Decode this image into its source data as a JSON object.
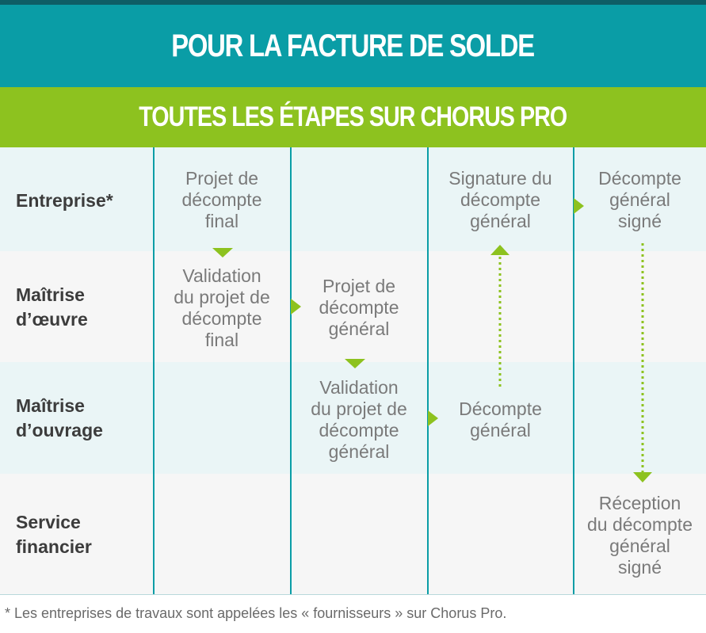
{
  "header": {
    "title": "POUR LA FACTURE DE SOLDE",
    "subtitle": "TOUTES LES ÉTAPES SUR CHORUS PRO"
  },
  "rows": [
    {
      "label": "Entreprise*"
    },
    {
      "label": "Maîtrise\nd’œuvre"
    },
    {
      "label": "Maîtrise\nd’ouvrage"
    },
    {
      "label": "Service\nfinancier"
    }
  ],
  "cells": {
    "c1_entreprise": "Projet de\ndécompte\nfinal",
    "c1_moe": "Validation\ndu projet de\ndécompte\nfinal",
    "c2_moe": "Projet de\ndécompte\ngénéral",
    "c2_moa": "Validation\ndu projet de\ndécompte\ngénéral",
    "c3_entreprise": "Signature du\ndécompte\ngénéral",
    "c3_moa": "Décompte\ngénéral",
    "c4_entreprise": "Décompte\ngénéral\nsigné",
    "c4_financier": "Réception\ndu décompte\ngénéral\nsigné"
  },
  "footnote": "* Les entreprises de travaux sont appelées les « fournisseurs » sur Chorus Pro.",
  "colors": {
    "teal": "#0a9da6",
    "green": "#8dc21f",
    "text_gray": "#7a7a7a",
    "label_dark": "#3c3c3c"
  }
}
